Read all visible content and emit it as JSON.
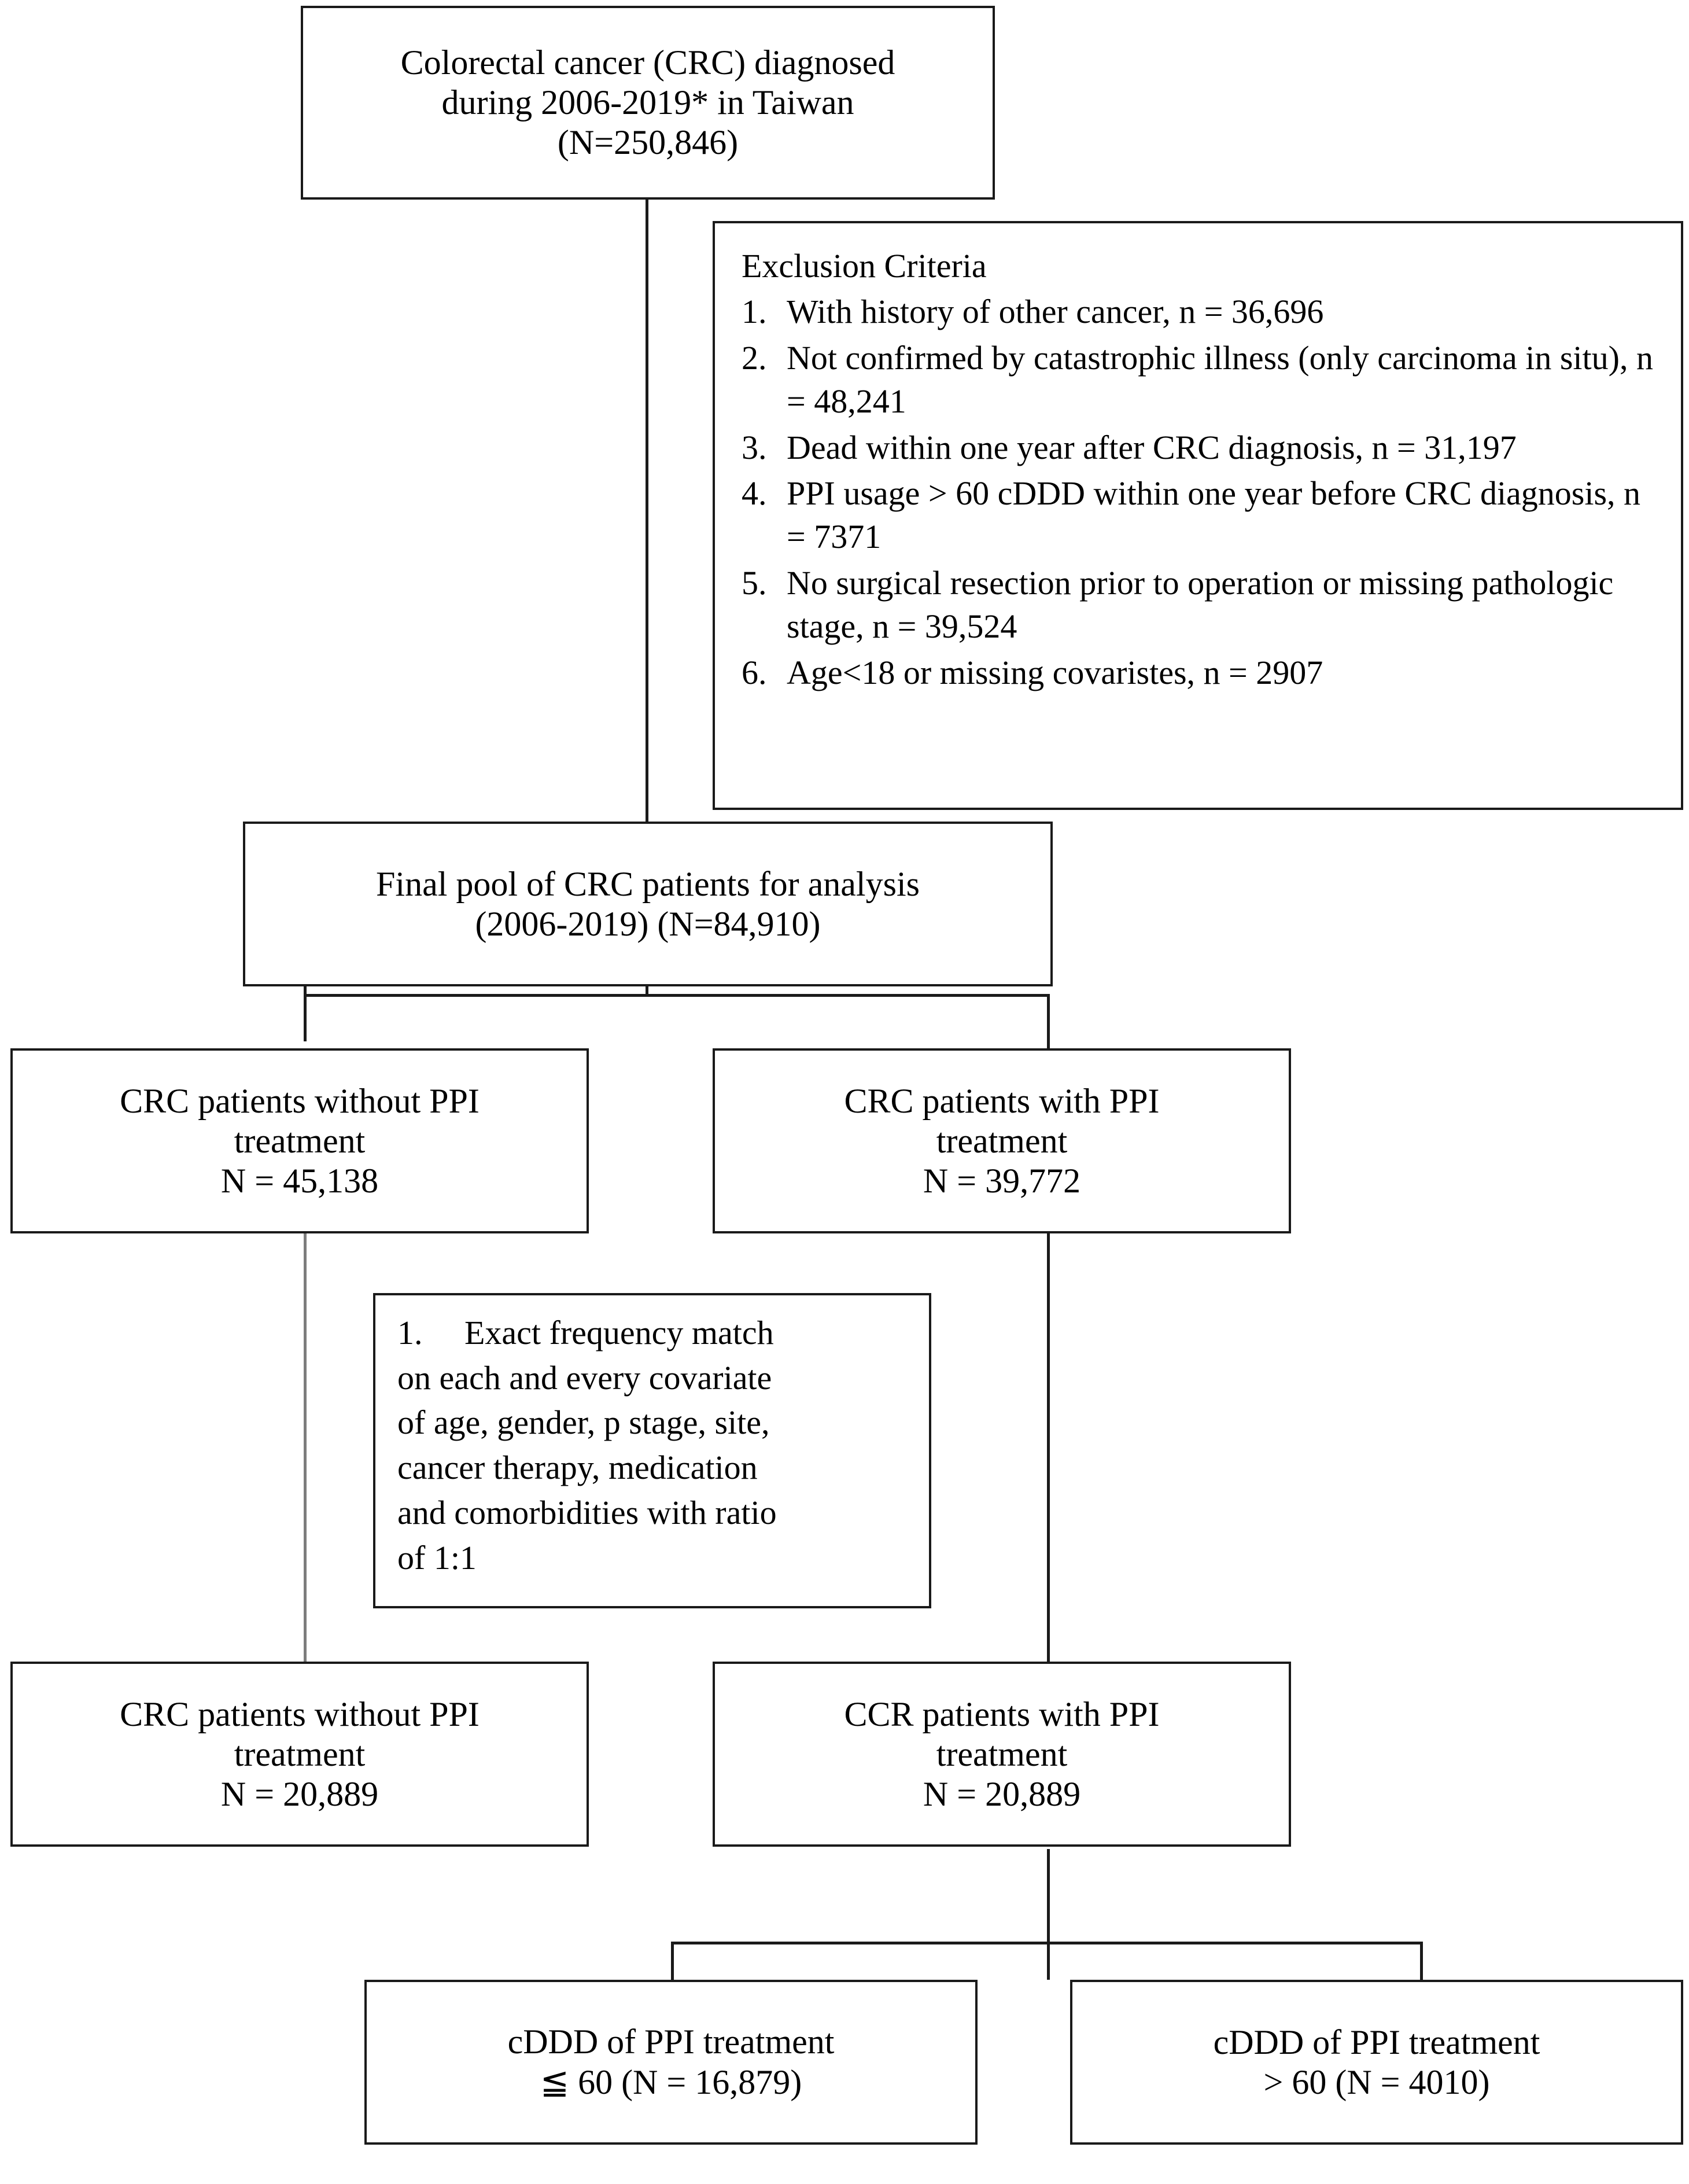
{
  "diagram": {
    "type": "flowchart",
    "title": "CRC patient selection flowchart",
    "nodes": {
      "source_cohort": {
        "line1": "Colorectal cancer (CRC) diagnosed",
        "line2": "during 2006-2019* in Taiwan",
        "line3": "(N=250,846)"
      },
      "exclusion": {
        "heading": "Exclusion Criteria",
        "items": [
          {
            "num": "1.",
            "text": "With history of other cancer, n = 36,696"
          },
          {
            "num": "2.",
            "text": "Not confirmed by catastrophic illness (only carcinoma in situ), n = 48,241"
          },
          {
            "num": "3.",
            "text": "Dead within one year after CRC diagnosis, n = 31,197"
          },
          {
            "num": "4.",
            "text": "PPI usage > 60 cDDD within one year before CRC diagnosis, n = 7371"
          },
          {
            "num": "5.",
            "text": "No surgical resection prior to operation or missing pathologic stage, n = 39,524"
          },
          {
            "num": "6.",
            "text": "Age<18 or missing covaristes, n = 2907"
          }
        ]
      },
      "final_pool": {
        "line1": "Final pool of CRC patients for analysis",
        "line2": "(2006-2019) (N=84,910)"
      },
      "unexposed_pre": {
        "line1": "CRC patients without PPI",
        "line2": "treatment",
        "line3": "N = 45,138"
      },
      "exposed_pre": {
        "line1": "CRC patients with PPI",
        "line2": "treatment",
        "line3": "N = 39,772"
      },
      "matching": {
        "num": "1.",
        "line1": "Exact frequency match",
        "line2": "on each and every covariate",
        "line3": "of age, gender, p stage, site,",
        "line4": "cancer therapy, medication",
        "line5": "and comorbidities with ratio",
        "line6": "of 1:1"
      },
      "unexposed_matched": {
        "line1": "CRC patients without PPI",
        "line2": "treatment",
        "line3": "N = 20,889"
      },
      "exposed_matched": {
        "line1": "CCR patients with PPI",
        "line2": "treatment",
        "line3": "N = 20,889"
      },
      "cddd_low": {
        "line1": "cDDD of PPI treatment",
        "line2": "≦  60 (N = 16,879)"
      },
      "cddd_high": {
        "line1": "cDDD of PPI treatment",
        "line2": ">  60 (N = 4010)"
      }
    },
    "colors": {
      "border": "#1a1a1a",
      "connector": "#1a1a1a",
      "connector_faint": "#7d7d7d",
      "background": "#ffffff",
      "text": "#000000"
    }
  }
}
